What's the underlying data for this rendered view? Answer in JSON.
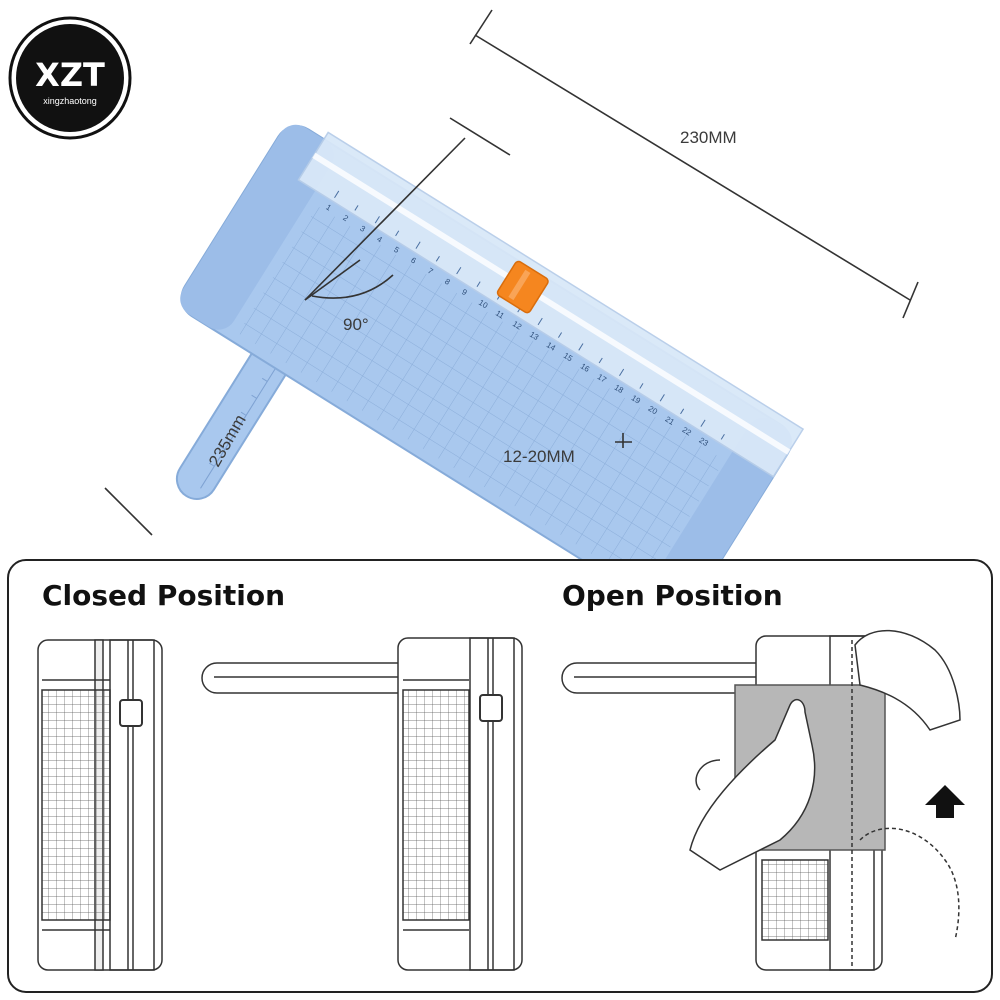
{
  "brand": {
    "logo_text": "XZT",
    "logo_subtext": "xingzhaotong"
  },
  "dimensions": {
    "length": "230MM",
    "arm_length": "235mm",
    "angle": "90°",
    "cut_width": "12-20MM"
  },
  "ruler_marks": [
    "1",
    "2",
    "3",
    "4",
    "5",
    "6",
    "7",
    "8",
    "9",
    "10",
    "11",
    "12",
    "13",
    "14",
    "15",
    "16",
    "17",
    "18",
    "19",
    "20",
    "21",
    "22",
    "23"
  ],
  "panels": {
    "closed_title": "Closed Position",
    "open_title": "Open Position"
  },
  "colors": {
    "cutter_body": "#a9c8ee",
    "cutter_edge": "#86abd9",
    "blade_knob": "#f5861f",
    "line_art": "#333333"
  }
}
